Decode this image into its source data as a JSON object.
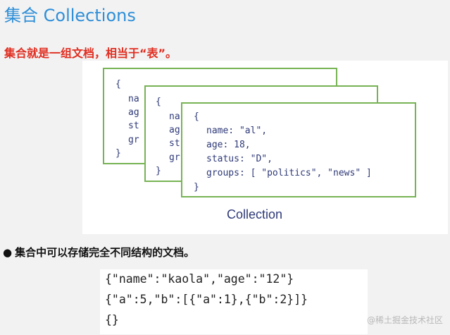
{
  "title": "集合 Collections",
  "subtitle": "集合就是一组文档，相当于“表”。",
  "figure": {
    "caption": "Collection",
    "front_card": {
      "open": "{",
      "line_name": "name: \"al\",",
      "line_age": "age: 18,",
      "line_status": "status: \"D\",",
      "line_groups": "groups: [ \"politics\", \"news\" ]",
      "close": "}"
    },
    "middle_card": {
      "open": "{",
      "line_name": "na",
      "line_age": "ag",
      "line_status": "st",
      "line_groups": "gr",
      "close": "}"
    },
    "back_card": {
      "open": "{",
      "line_name": "na",
      "line_age": "ag",
      "line_status": "st",
      "line_groups": "gr",
      "close": "}"
    }
  },
  "bullet": {
    "marker": "●",
    "text": "集合中可以存储完全不同结构的文档。"
  },
  "examples": [
    "{\"name\":\"kaola\",\"age\":\"12\"}",
    "{\"a\":5,\"b\":[{\"a\":1},{\"b\":2}]}",
    "{}"
  ],
  "watermark": "@稀土掘金技术社区",
  "colors": {
    "title": "#2f8fd8",
    "subtitle": "#e02d20",
    "card_border": "#77b354",
    "card_text": "#2f3a78"
  }
}
